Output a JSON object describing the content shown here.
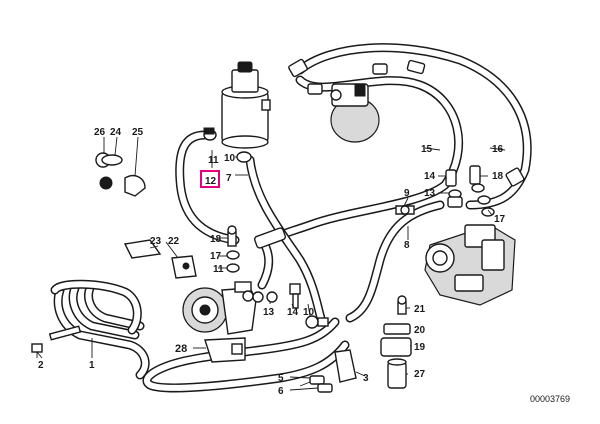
{
  "diagram": {
    "highlight_color": "#e6007e",
    "highlighted_part": "12",
    "reference_number": "00003769",
    "callouts": {
      "c1": "1",
      "c2": "2",
      "c3": "3",
      "c5": "5",
      "c6": "6",
      "c7": "7",
      "c8": "8",
      "c9": "9",
      "c10a": "10",
      "c10b": "10",
      "c11a": "11",
      "c11b": "11",
      "c12": "12",
      "c13a": "13",
      "c13b": "13",
      "c14a": "14",
      "c14b": "14",
      "c15": "15",
      "c16": "16",
      "c17a": "17",
      "c17b": "17",
      "c18a": "18",
      "c18b": "18",
      "c19": "19",
      "c20": "20",
      "c21": "21",
      "c22": "22",
      "c23": "23",
      "c24": "24",
      "c25": "25",
      "c26": "26",
      "c27": "27",
      "c28": "28"
    }
  }
}
